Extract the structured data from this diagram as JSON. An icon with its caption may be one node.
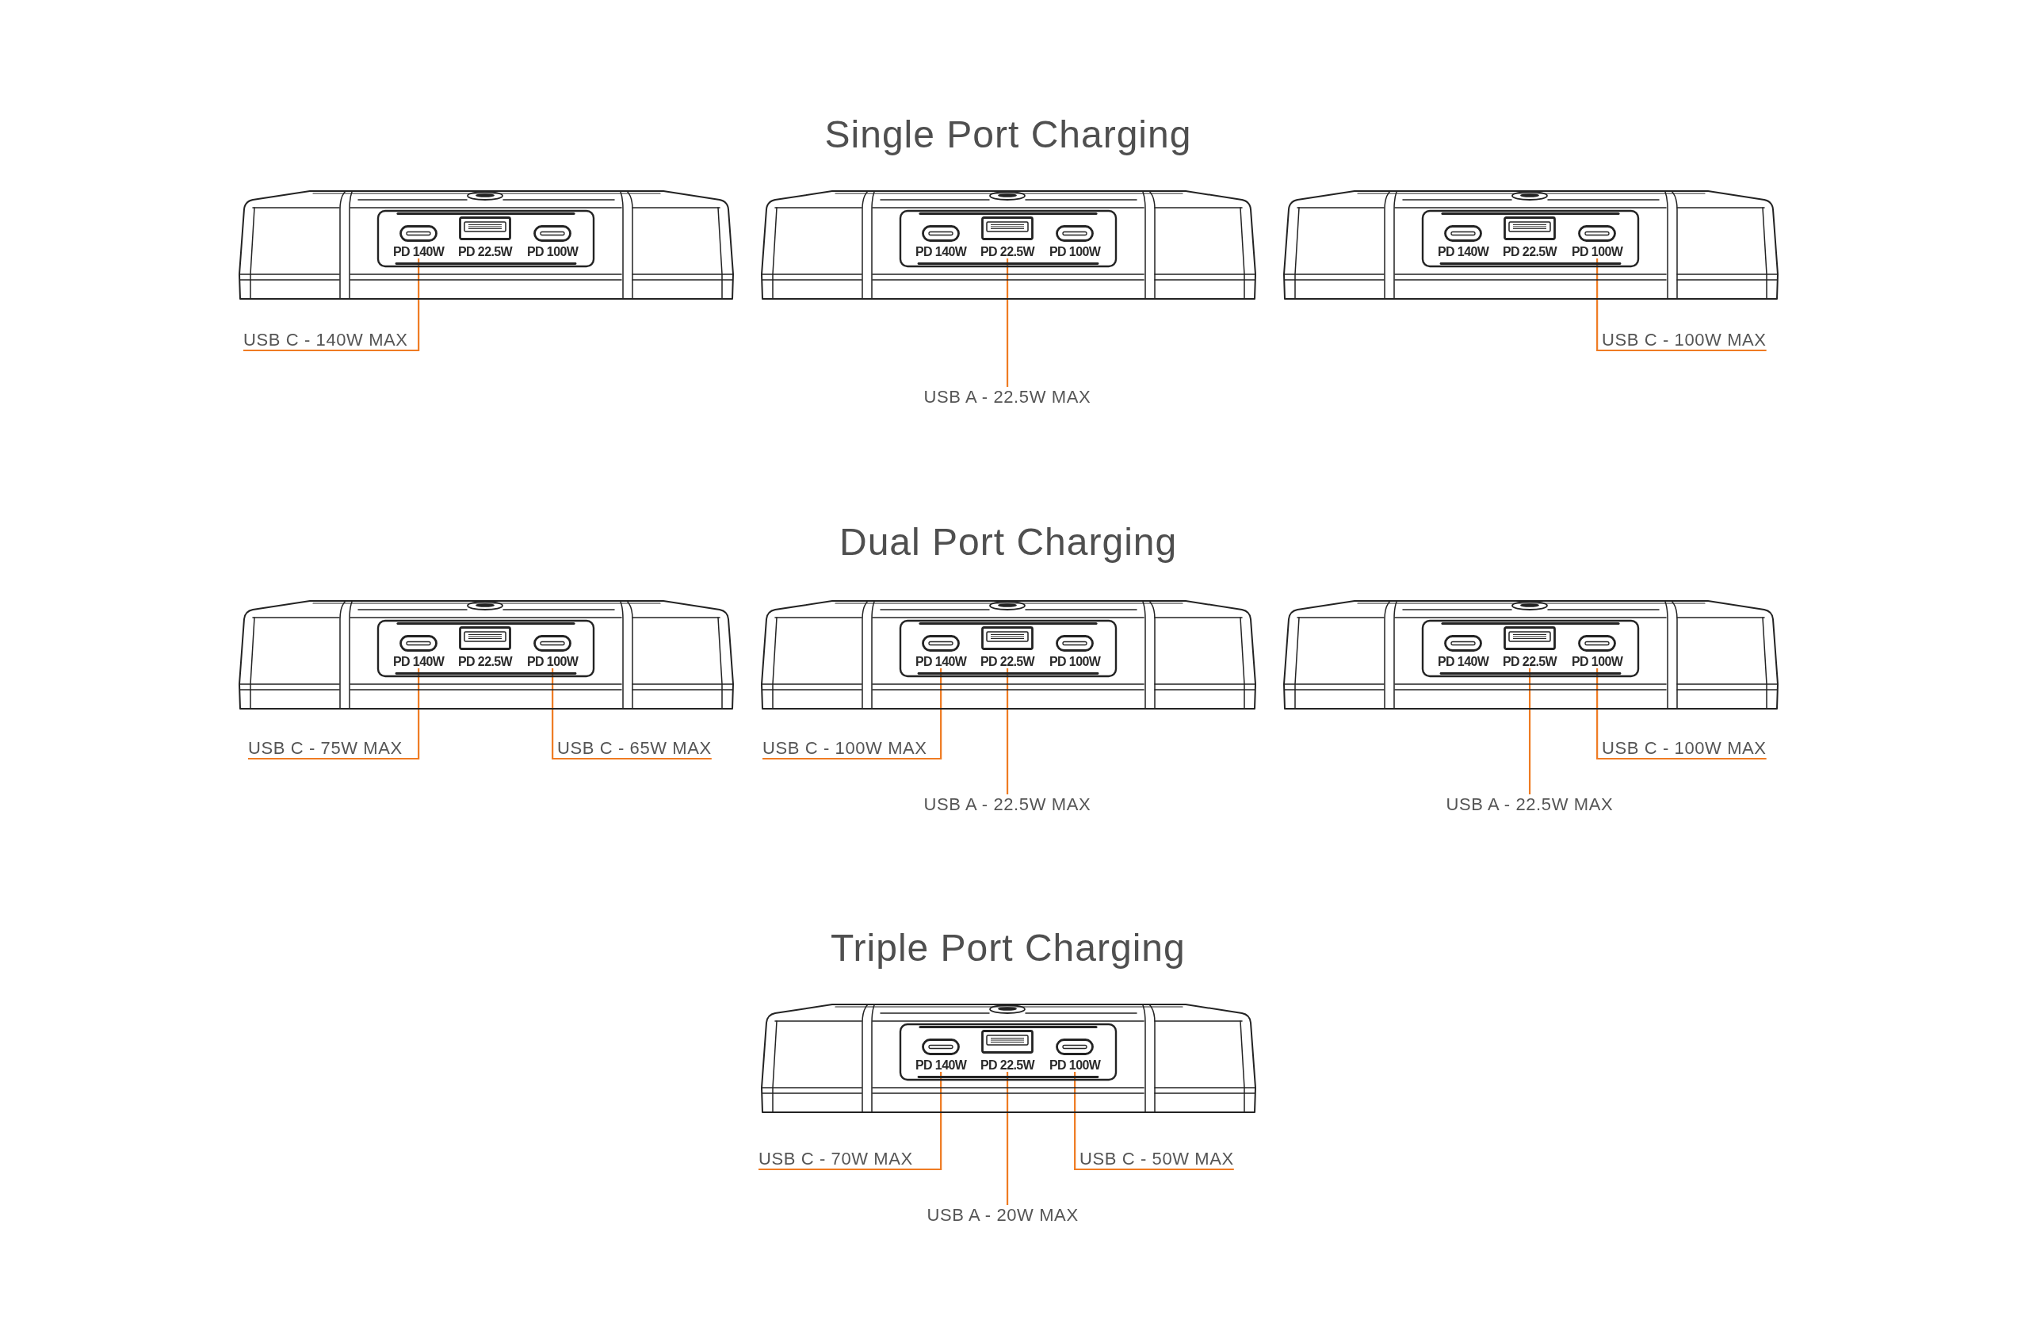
{
  "diagram": {
    "nodes": [
      {
        "text": [],
        "shape": "picture"
      },
      {
        "text": [
          "PD 140W"
        ],
        "in": 0
      },
      {
        "text": [
          "PD 22.5W"
        ],
        "in": 0
      },
      {
        "text": [
          "PD 100W"
        ],
        "in": 0
      },
      {
        "text": [],
        "shape": "picture"
      },
      {
        "text": [
          "PD 140W"
        ],
        "in": 4
      },
      {
        "text": [
          "PD 22.5W"
        ],
        "in": 4
      },
      {
        "text": [
          "PD 100W"
        ],
        "in": 4
      },
      {
        "text": [],
        "shape": "picture"
      },
      {
        "text": [
          "PD 140W"
        ],
        "in": 8
      },
      {
        "text": [
          "PD 22.5W"
        ],
        "in": 8
      },
      {
        "text": [
          "PD 100W"
        ],
        "in": 8
      },
      {
        "text": [
          "USB C - 140W MAX"
        ]
      },
      {
        "text": [
          "USB C - 100W MAX"
        ]
      },
      {
        "text": [
          "USB A - 22.5W MAX"
        ]
      },
      {
        "text": [],
        "shape": "picture"
      },
      {
        "text": [
          "PD 140W"
        ],
        "in": 15
      },
      {
        "text": [
          "PD 22.5W"
        ],
        "in": 15
      },
      {
        "text": [
          "PD 100W"
        ],
        "in": 15
      },
      {
        "text": [],
        "shape": "picture"
      },
      {
        "text": [
          "PD 140W"
        ],
        "in": 19
      },
      {
        "text": [
          "PD 22.5W"
        ],
        "in": 19
      },
      {
        "text": [
          "PD 100W"
        ],
        "in": 19
      },
      {
        "text": [],
        "shape": "picture"
      },
      {
        "text": [
          "PD 140W"
        ],
        "in": 23
      },
      {
        "text": [
          "PD 22.5W"
        ],
        "in": 23
      },
      {
        "text": [
          "PD 100W"
        ],
        "in": 23
      },
      {
        "text": [
          "USB C - 75W MAX"
        ]
      },
      {
        "text": [
          "USB C - 65W MAX"
        ]
      },
      {
        "text": [
          "USB C - 100W MAX"
        ]
      },
      {
        "text": [
          "USB C - 100W MAX"
        ]
      },
      {
        "text": [
          "USB A - 22.5W MAX"
        ]
      },
      {
        "text": [
          "USB A - 22.5W MAX"
        ]
      },
      {
        "text": [],
        "shape": "picture"
      },
      {
        "text": [
          "PD 140W"
        ],
        "in": 33
      },
      {
        "text": [
          "PD 22.5W"
        ],
        "in": 33
      },
      {
        "text": [
          "PD 100W"
        ],
        "in": 33
      },
      {
        "text": [
          "USB C - 70W MAX"
        ]
      },
      {
        "text": [
          "USB C - 50W MAX"
        ]
      },
      {
        "text": [
          "USB A - 20W MAX"
        ]
      }
    ],
    "edges": [
      {
        "from": 12,
        "to": 1,
        "arrow": "none"
      },
      {
        "from": 13,
        "to": 11,
        "arrow": "none"
      },
      {
        "from": 14,
        "to": 6,
        "arrow": "none"
      },
      {
        "from": 27,
        "to": 16,
        "arrow": "none"
      },
      {
        "from": 28,
        "to": 18,
        "arrow": "none"
      },
      {
        "from": 29,
        "to": 20,
        "arrow": "none"
      },
      {
        "from": 30,
        "to": 26,
        "arrow": "none"
      },
      {
        "from": 31,
        "to": 21,
        "arrow": "none"
      },
      {
        "from": 32,
        "to": 25,
        "arrow": "none"
      },
      {
        "from": 37,
        "to": 34,
        "arrow": "none"
      },
      {
        "from": 38,
        "to": 36,
        "arrow": "none"
      },
      {
        "from": 39,
        "to": 35,
        "arrow": "none"
      }
    ],
    "labels": [
      "Single Port Charging",
      "Dual Port Charging",
      "Triple Port Charging"
    ]
  }
}
